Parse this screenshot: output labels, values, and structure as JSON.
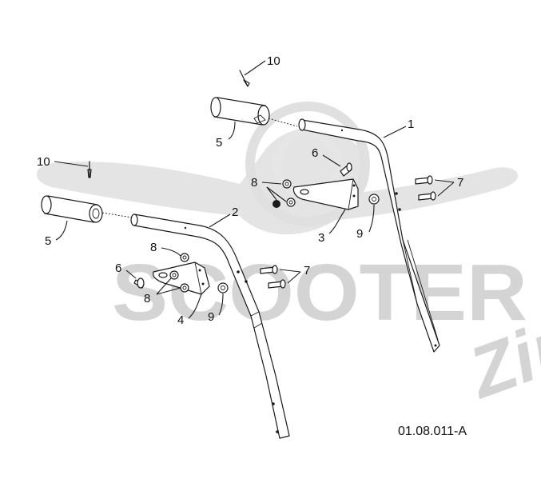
{
  "diagram": {
    "drawing_reference": "01.08.011-A",
    "callouts": {
      "c1": "1",
      "c2": "2",
      "c3": "3",
      "c4": "4",
      "c5a": "5",
      "c5b": "5",
      "c6a": "6",
      "c6b": "6",
      "c7a": "7",
      "c7b": "7",
      "c8a": "8",
      "c8b": "8",
      "c8c": "8",
      "c9a": "9",
      "c9b": "9",
      "c10a": "10",
      "c10b": "10"
    },
    "watermark": {
      "text": "SCOOTER",
      "script": "Zip"
    }
  }
}
